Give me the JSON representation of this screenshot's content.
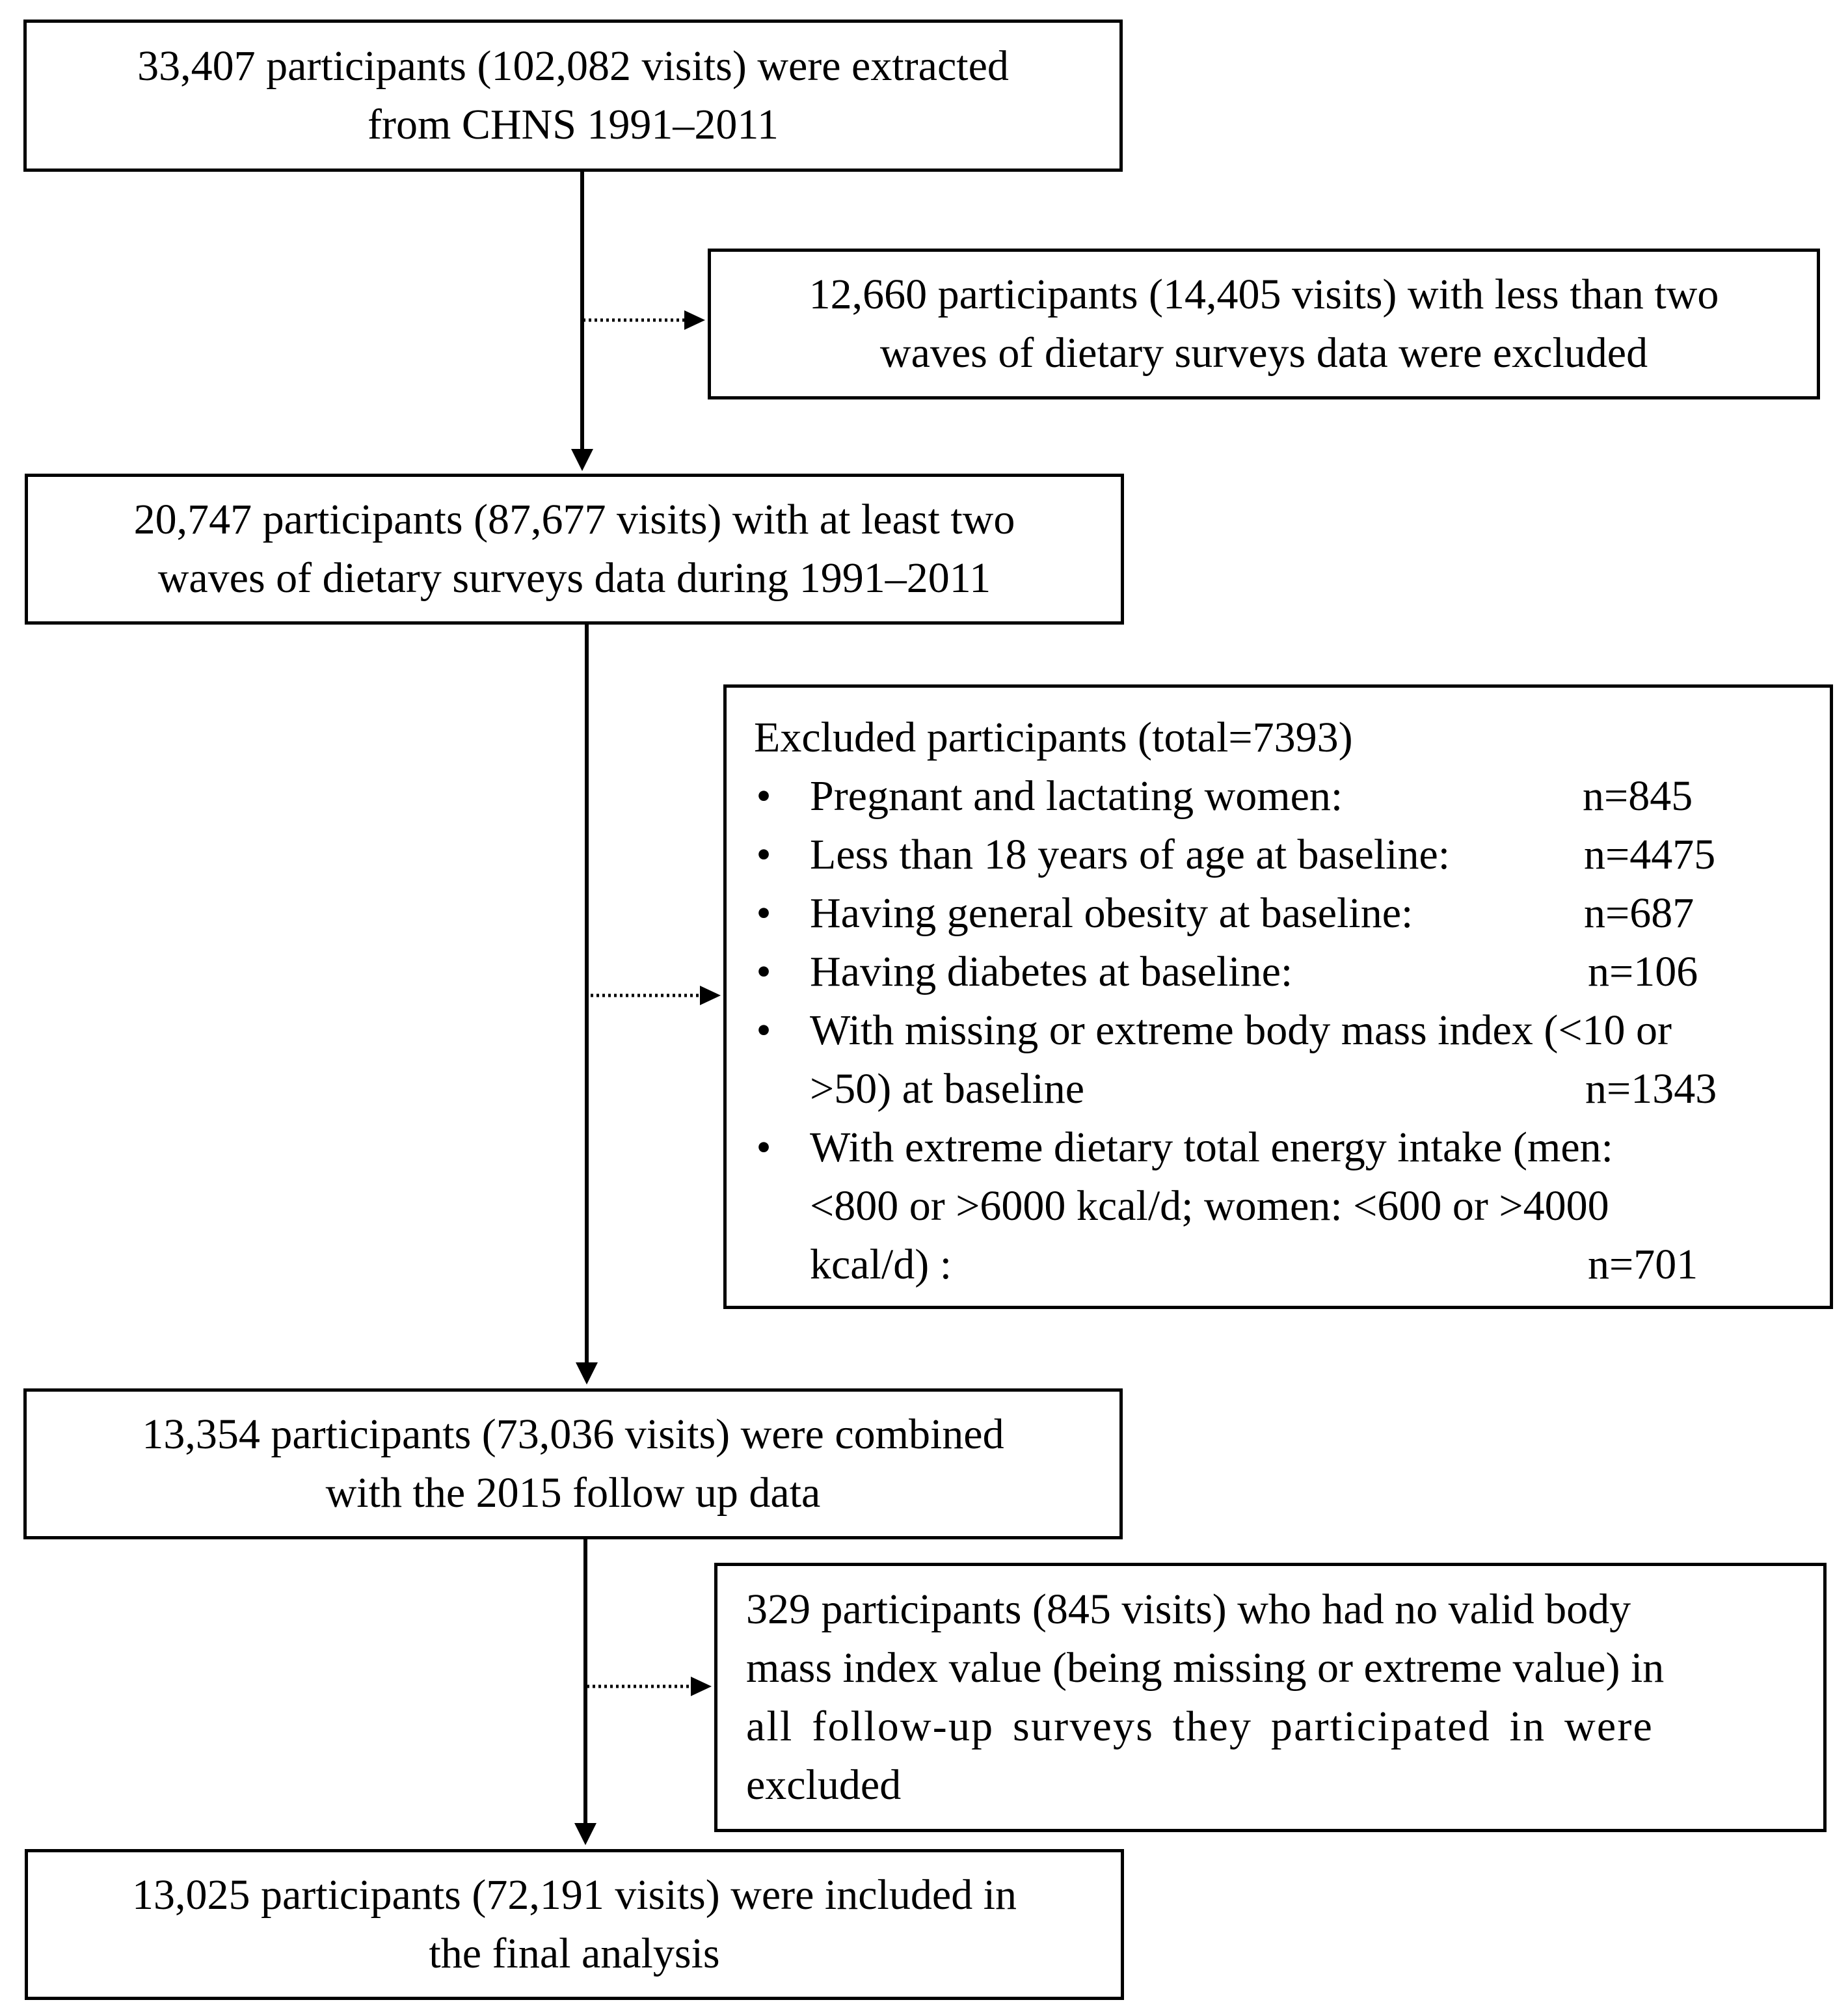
{
  "nodes": {
    "n1": {
      "lines": [
        "33,407 participants (102,082 visits) were extracted",
        "from CHNS 1991–2011"
      ]
    },
    "x1": {
      "lines": [
        "12,660 participants (14,405 visits) with less than two",
        "waves of dietary surveys data were excluded"
      ]
    },
    "n2": {
      "lines": [
        "20,747 participants (87,677 visits) with at least two",
        "waves of dietary surveys data during 1991–2011"
      ]
    },
    "x2": {
      "title": "Excluded participants (total=7393)",
      "bullet": "•",
      "items": [
        {
          "lines": [
            "Pregnant and lactating women:"
          ],
          "count": "n=845"
        },
        {
          "lines": [
            "Less than 18 years of age at baseline:"
          ],
          "count": "n=4475"
        },
        {
          "lines": [
            "Having general obesity at baseline:"
          ],
          "count": "n=687"
        },
        {
          "lines": [
            "Having diabetes at baseline:"
          ],
          "count": "n=106"
        },
        {
          "lines": [
            "With missing or extreme body mass index (<10 or",
            ">50) at baseline"
          ],
          "count": "n=1343"
        },
        {
          "lines": [
            "With extreme dietary total energy intake (men:",
            "<800 or >6000 kcal/d; women: <600 or >4000",
            "kcal/d) :"
          ],
          "count": "n=701"
        }
      ]
    },
    "n3": {
      "lines": [
        "13,354 participants (73,036 visits) were combined",
        "with the 2015 follow up data"
      ]
    },
    "x3": {
      "lines": [
        "329 participants (845 visits) who had no valid body",
        "mass index value (being missing or extreme value) in",
        "all follow-up surveys they participated in were",
        "excluded"
      ]
    },
    "n4": {
      "lines": [
        "13,025 participants (72,191 visits) were included in",
        "the final analysis"
      ]
    }
  }
}
